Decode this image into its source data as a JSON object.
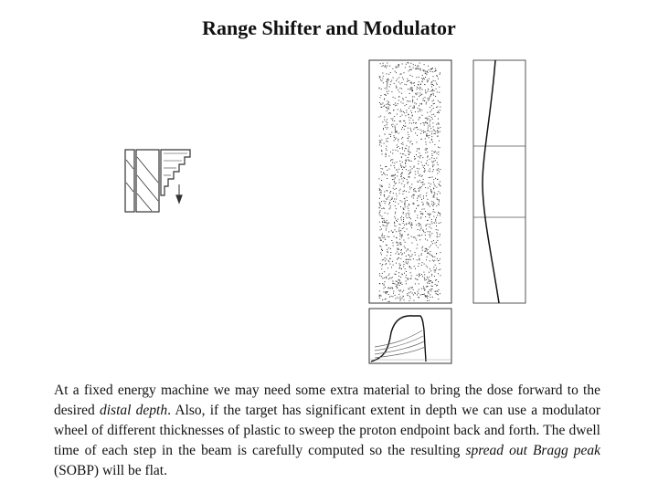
{
  "slide": {
    "title": "Range Shifter and Modulator"
  },
  "paragraph": {
    "part1": "At a fixed energy machine we may need some extra material to bring the dose forward to the desired ",
    "em1": "distal depth",
    "part2": ". Also, if the target has significant extent in depth we can use a modulator wheel of different thicknesses of plastic to sweep the proton endpoint back and forth. The dwell time of each step in the beam is carefully computed so the resulting ",
    "em2": "spread out Bragg peak",
    "part3": " (SOBP) will be flat."
  },
  "colors": {
    "text": "#111111",
    "line": "#333333",
    "background": "#ffffff"
  }
}
